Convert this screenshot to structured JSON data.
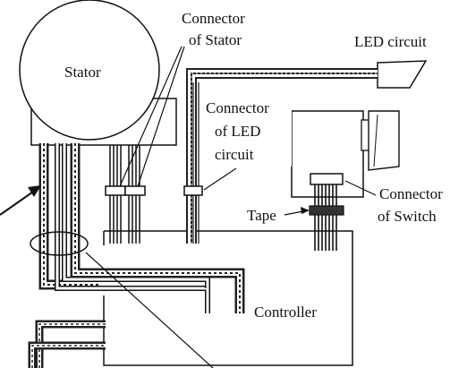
{
  "labels": {
    "stator": "Stator",
    "connector_of_stator_line1": "Connector",
    "connector_of_stator_line2": "of Stator",
    "led_circuit": "LED circuit",
    "connector_of_led_line1": "Connector",
    "connector_of_led_line2": "of LED",
    "connector_of_led_line3": "circuit",
    "connector_of_switch_line1": "Connector",
    "connector_of_switch_line2": "of Switch",
    "tape": "Tape",
    "controller": "Controller"
  },
  "colors": {
    "ink": "#111111",
    "background": "#ffffff",
    "wire_shield": "#222222",
    "wire_core": "#ffffff"
  }
}
